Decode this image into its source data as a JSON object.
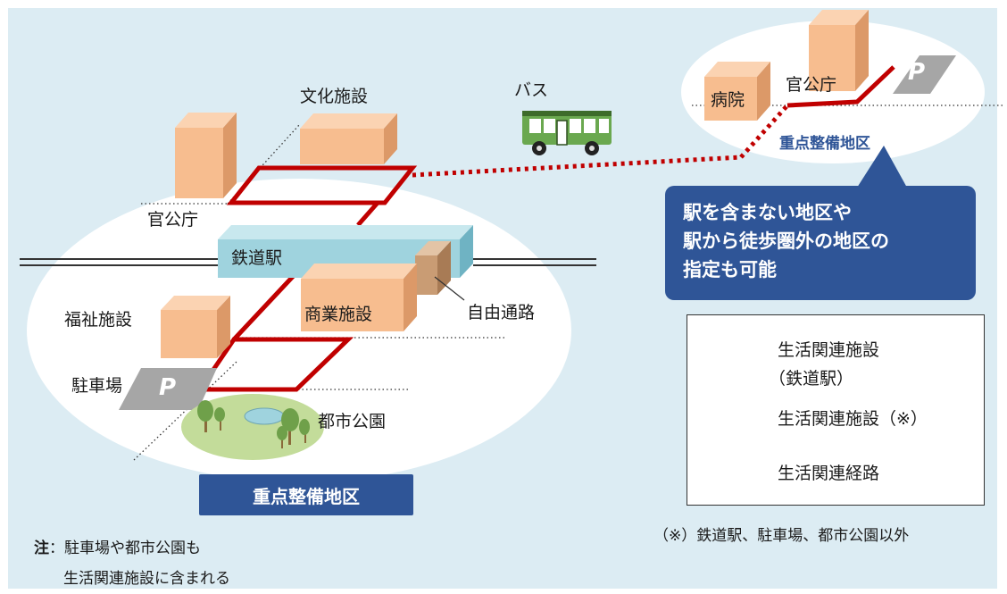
{
  "labels": {
    "culture": "文化施設",
    "gov_left": "官公庁",
    "bus": "バス",
    "station": "鉄道駅",
    "commercial": "商業施設",
    "passage": "自由通路",
    "welfare": "福祉施設",
    "parking": "駐車場",
    "park": "都市公園",
    "hospital": "病院",
    "gov_right": "官公庁",
    "p_sign": "P"
  },
  "zone_banner": "重点整備地区",
  "zone_right_title": "重点整備地区",
  "callout": {
    "line1": "駅を含まない地区や",
    "line2": "駅から徒歩圏外の地区の",
    "line3": "指定も可能"
  },
  "legend": {
    "station_facility_line1": "生活関連施設",
    "station_facility_line2": "（鉄道駅）",
    "facility": "生活関連施設（※）",
    "route": "生活関連経路"
  },
  "footnote": "（※）鉄道駅、駐車場、都市公園以外",
  "note": {
    "marker": "注",
    "colon": "：",
    "line1": "駐車場や都市公園も",
    "line2": "生活関連施設に含まれる"
  },
  "colors": {
    "background": "#dcecf3",
    "ellipse": "#ffffff",
    "route_red": "#c00000",
    "facility_orange": "#f7bd8f",
    "station_blue": "#9fd3de",
    "navy": "#2f5597",
    "parking_gray": "#a6a6a6",
    "park_green": "#c3dc9a"
  }
}
